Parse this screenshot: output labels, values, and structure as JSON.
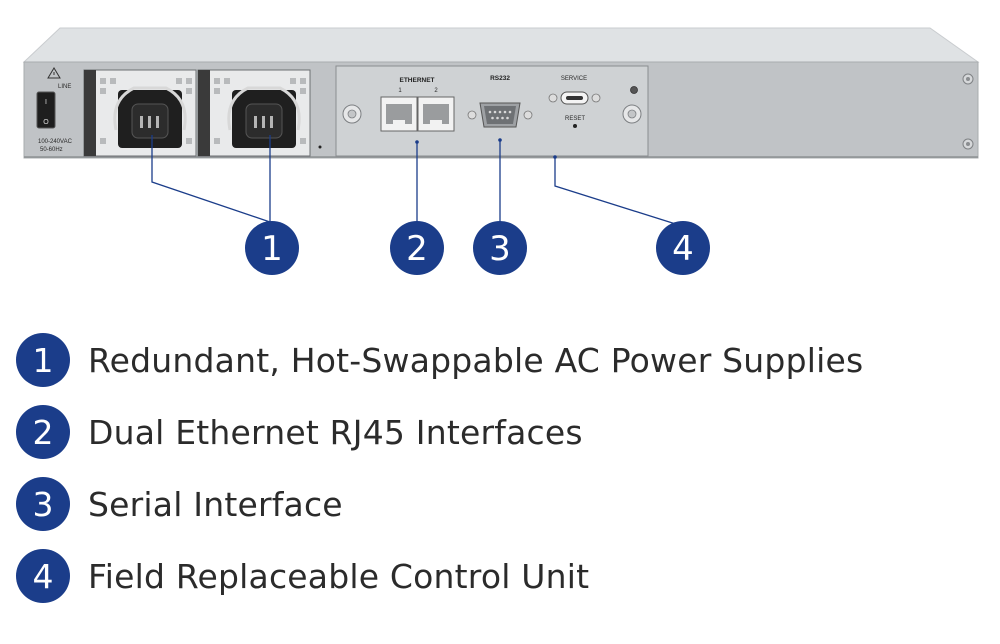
{
  "device": {
    "power_warning_label": "LINE",
    "power_rating_line1": "100-240VAC",
    "power_rating_line2": "50-60Hz",
    "switch_on": "I",
    "switch_off": "O",
    "ethernet_label": "ETHERNET",
    "ethernet_port1": "1",
    "ethernet_port2": "2",
    "rs232_label": "RS232",
    "service_label": "SERVICE",
    "reset_label": "RESET"
  },
  "callouts": [
    {
      "number": "1",
      "label": "Redundant, Hot-Swappable AC Power Supplies"
    },
    {
      "number": "2",
      "label": "Dual Ethernet RJ45 Interfaces"
    },
    {
      "number": "3",
      "label": "Serial Interface"
    },
    {
      "number": "4",
      "label": "Field Replaceable Control Unit"
    }
  ],
  "colors": {
    "accent": "#1b3d8a",
    "chassis": "#bcc0c3",
    "text": "#2b2b2b"
  }
}
